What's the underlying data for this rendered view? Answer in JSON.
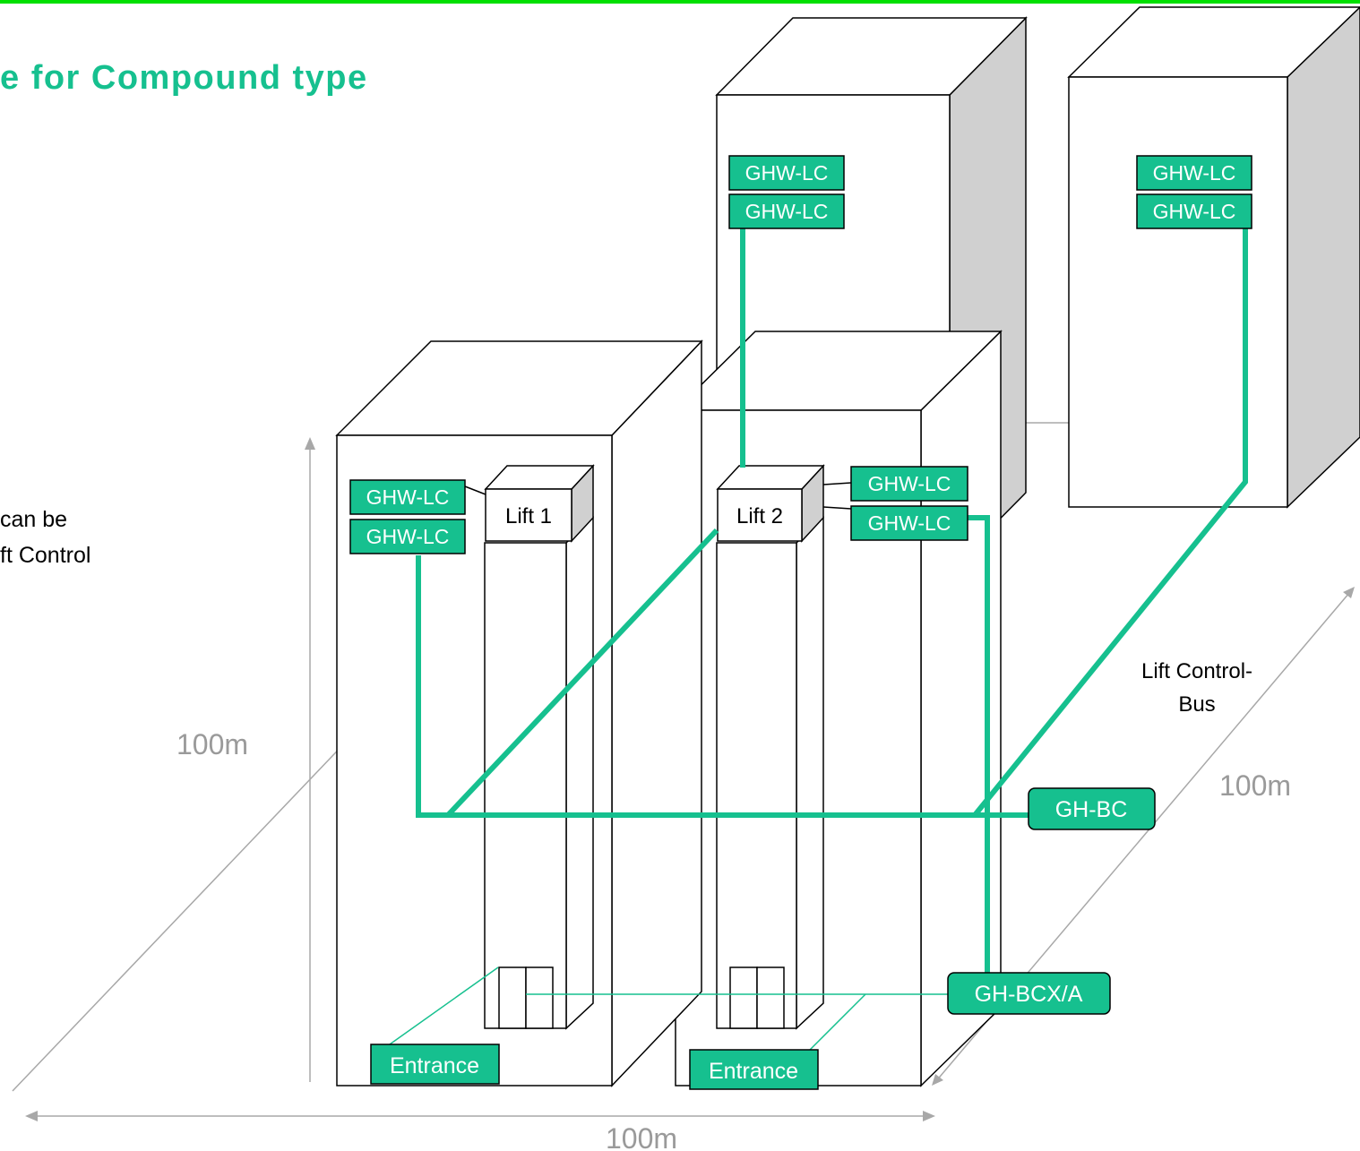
{
  "title": "e for Compound type",
  "side_text": [
    "can be",
    "ft Control"
  ],
  "colors": {
    "accent": "#16c08f",
    "top_bar": "#00e000",
    "dimension": "#9a9a9a"
  },
  "labels": {
    "ghw_lc": "GHW-LC",
    "lift1": "Lift 1",
    "lift2": "Lift 2",
    "entrance": "Entrance",
    "gh_bc": "GH-BC",
    "gh_bcx": "GH-BCX/A",
    "bus_line1": "Lift Control-",
    "bus_line2": "Bus",
    "dim_height": "100m",
    "dim_width": "100m",
    "dim_depth": "100m"
  }
}
